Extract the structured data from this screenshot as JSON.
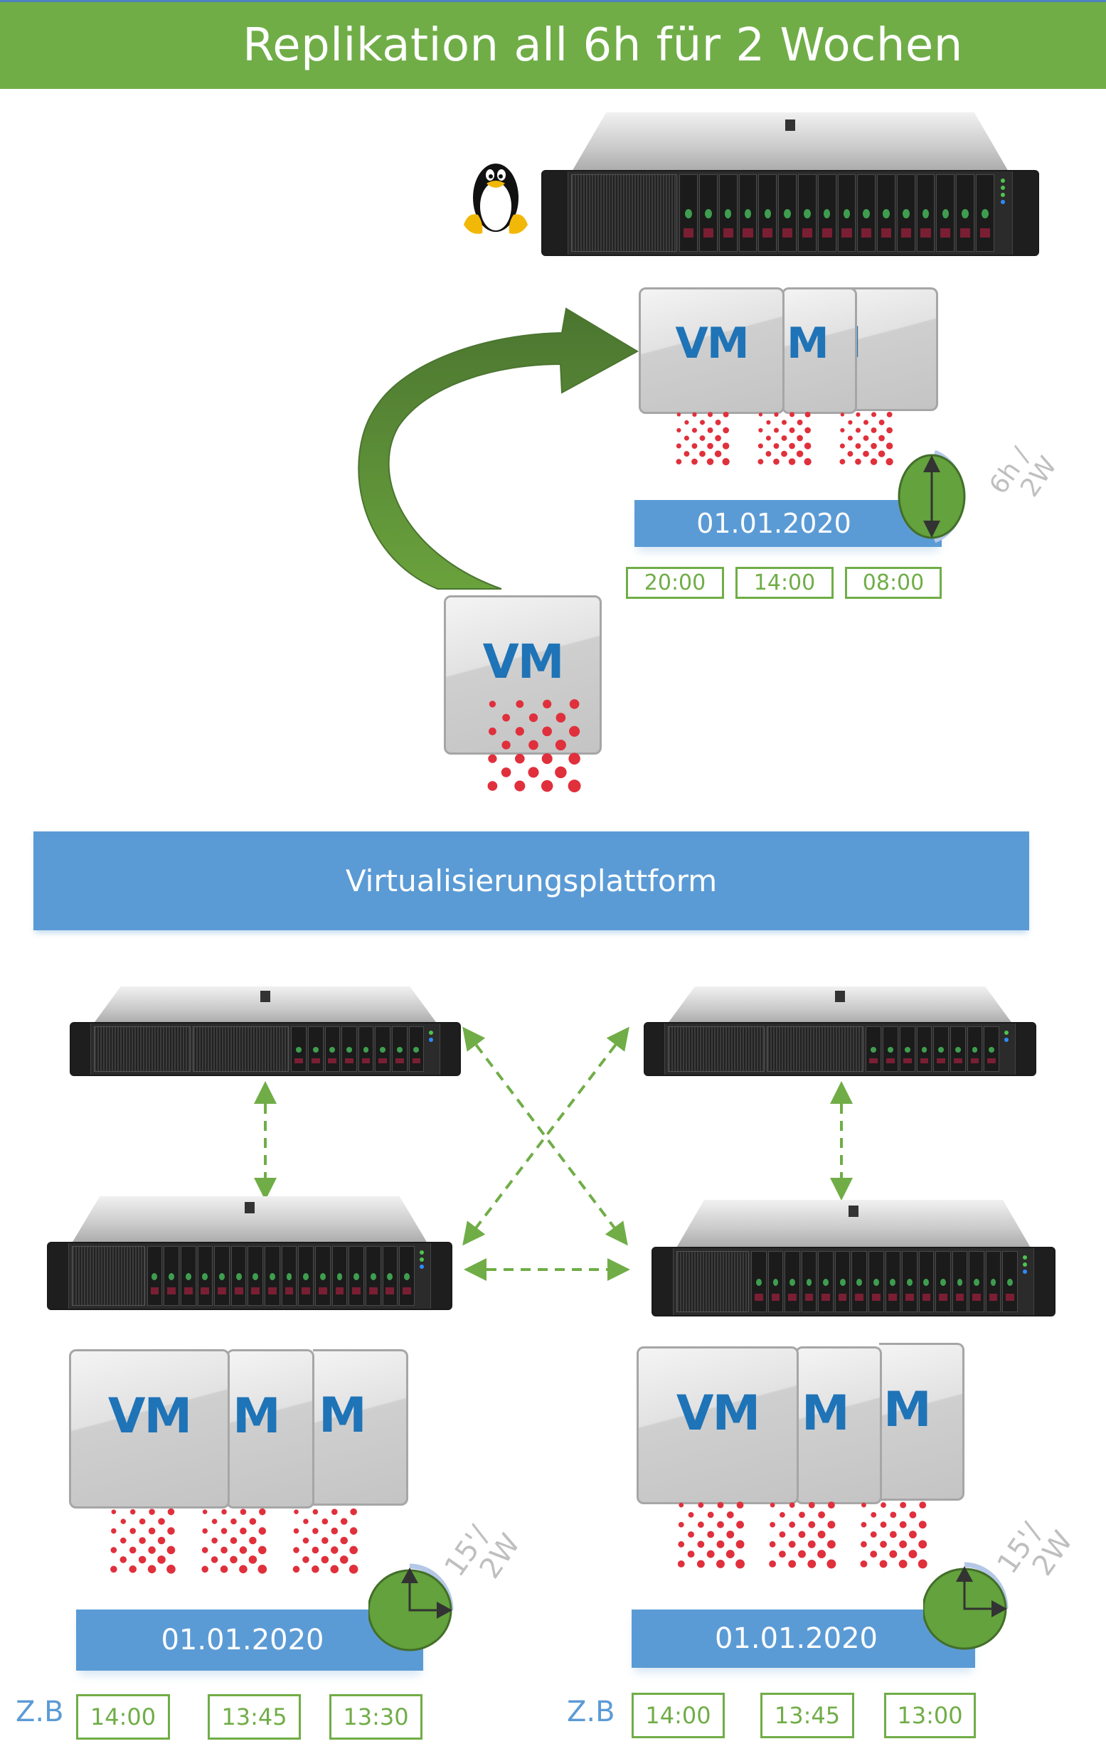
{
  "header": {
    "title": "Replikation all 6h für 2 Wochen",
    "color": "#70AD47"
  },
  "source": {
    "os_icon": "linux-penguin-icon",
    "vm_label": "VM",
    "replication_arrow": "curved-arrow-icon"
  },
  "target": {
    "vm_labels": [
      "VM",
      "M",
      "M"
    ],
    "date": "01.01.2020",
    "schedule_label": "6h / 2W",
    "schedule_line1": "6h /",
    "schedule_line2": "2W",
    "clock_icon": "clock-icon",
    "times": [
      "20:00",
      "14:00",
      "08:00"
    ]
  },
  "platform": {
    "label": "Virtualisierungsplattform",
    "color": "#5B9BD5"
  },
  "cluster": {
    "servers": [
      "server-top-left",
      "server-top-right",
      "server-bottom-left",
      "server-bottom-right"
    ],
    "link_style": "dashed-bidirectional",
    "link_color": "#70AD47"
  },
  "left_host": {
    "vm_labels": [
      "VM",
      "M",
      "M"
    ],
    "date": "01.01.2020",
    "schedule_line1": "15'/",
    "schedule_line2": "2W",
    "example_label": "Z.B",
    "times": [
      "14:00",
      "13:45",
      "13:30"
    ]
  },
  "right_host": {
    "vm_labels": [
      "VM",
      "M",
      "M"
    ],
    "date": "01.01.2020",
    "schedule_line1": "15'/",
    "schedule_line2": "2W",
    "example_label": "Z.B",
    "times": [
      "14:00",
      "13:45",
      "13:00"
    ]
  }
}
